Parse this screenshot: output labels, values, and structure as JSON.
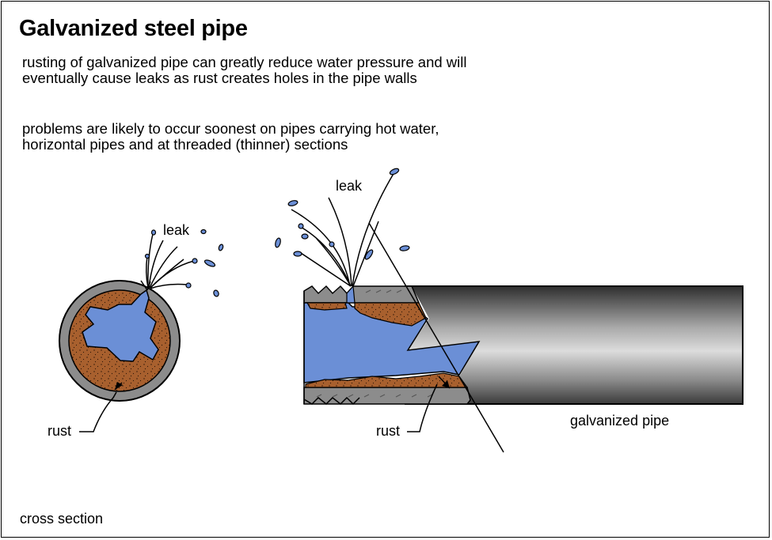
{
  "title": "Galvanized steel pipe",
  "paragraphs": [
    "rusting of galvanized pipe can greatly reduce water pressure and will eventually cause leaks as rust creates holes in the pipe walls",
    "problems are likely to occur soonest on pipes carrying hot water, horizontal pipes and at threaded (thinner) sections"
  ],
  "labels": {
    "leak_cross": "leak",
    "leak_pipe": "leak",
    "rust_cross": "rust",
    "rust_pipe": "rust",
    "galvanized_pipe": "galvanized pipe",
    "cross_section": "cross section"
  },
  "colors": {
    "water": "#6b8fd6",
    "rust": "#a8602e",
    "pipe_wall": "#8c8c8c",
    "pipe_dark": "#3a3a3a",
    "pipe_light": "#d6d6d6"
  }
}
